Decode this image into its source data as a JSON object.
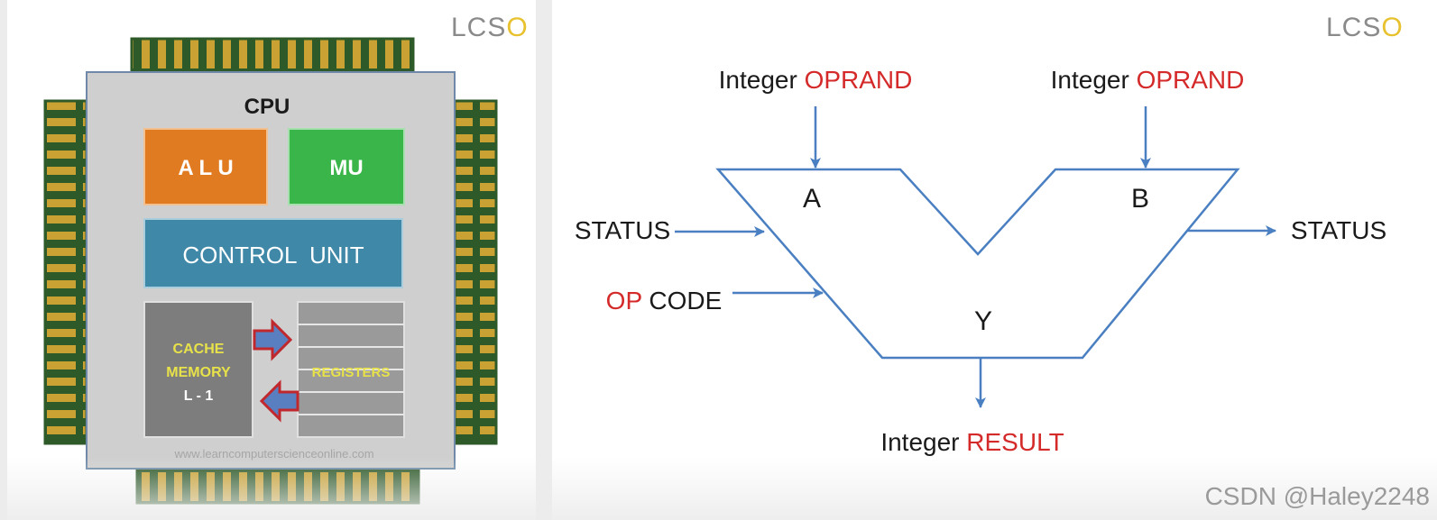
{
  "left": {
    "logo_main": "LCS",
    "logo_accent": "O",
    "cpu_title": "CPU",
    "alu_label": "A L U",
    "mu_label": "MU",
    "control_unit_label": "CONTROL  UNIT",
    "cache_line1": "CACHE",
    "cache_line2": "MEMORY",
    "cache_line3": "L - 1",
    "registers_label": "REGISTERS",
    "website": "www.learncomputerscienceonline.com",
    "colors": {
      "alu": "#e07b21",
      "mu": "#39b54a",
      "control_unit": "#3f88a8",
      "pins": "#c9a233",
      "cache": "#7d7d7d",
      "registers": "#9a9a9a",
      "arrow_fill": "#5a7fc0",
      "arrow_stroke": "#c0282d"
    }
  },
  "right": {
    "logo_main": "LCS",
    "logo_accent": "O",
    "operand_a_prefix": "Integer",
    "operand_a_keyword": "OPRAND",
    "operand_b_prefix": "Integer",
    "operand_b_keyword": "OPRAND",
    "input_a": "A",
    "input_b": "B",
    "output_y": "Y",
    "status_in": "STATUS",
    "status_out": "STATUS",
    "opcode_keyword": "OP",
    "opcode_rest": "CODE",
    "result_prefix": "Integer",
    "result_keyword": "RESULT",
    "colors": {
      "keyword": "#d42a2a",
      "lines": "#4a7fc1",
      "text": "#1a1a1a"
    }
  },
  "watermark": "CSDN @Haley2248"
}
